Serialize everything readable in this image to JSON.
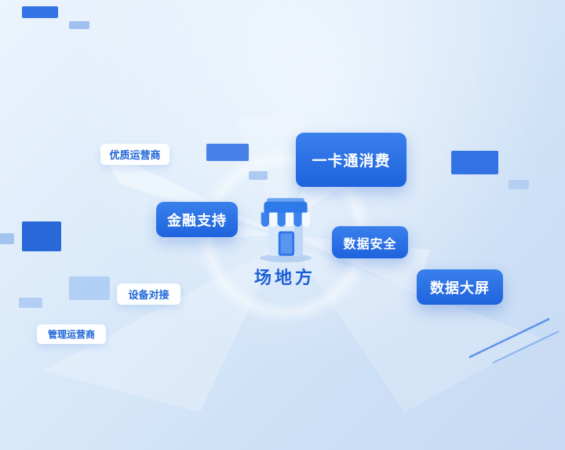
{
  "diagram": {
    "center": {
      "label": "场地方",
      "icon": "storefront-icon"
    },
    "nodes": {
      "quality_operator": {
        "label": "优质运营商",
        "style": "light"
      },
      "card_consume": {
        "label": "一卡通消费",
        "style": "primary"
      },
      "financial_support": {
        "label": "金融支持",
        "style": "primary"
      },
      "data_security": {
        "label": "数据安全",
        "style": "primary"
      },
      "data_screen": {
        "label": "数据大屏",
        "style": "primary"
      },
      "device_connect": {
        "label": "设备对接",
        "style": "light"
      },
      "manage_operator": {
        "label": "管理运营商",
        "style": "light"
      }
    },
    "colors": {
      "primary_blue": "#2268e0",
      "label_text_blue": "#1c64d9",
      "center_text_blue": "#1a5ed8",
      "background_light": "#ecf4fc",
      "background_dark": "#c6daf3"
    }
  }
}
